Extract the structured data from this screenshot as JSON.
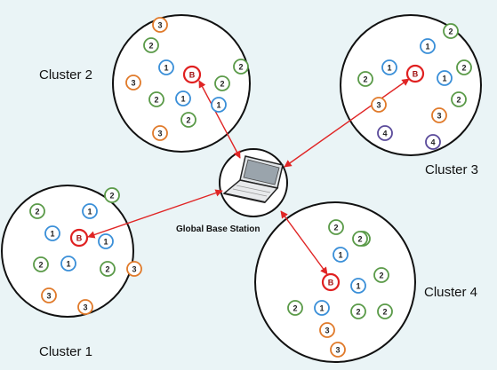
{
  "labels": {
    "cluster1": "Cluster 1",
    "cluster2": "Cluster 2",
    "cluster3": "Cluster 3",
    "cluster4": "Cluster 4",
    "gbs": "Global Base Station"
  },
  "colors": {
    "background": "#eaf4f6",
    "cluster_border": "#111111",
    "link": "#e02525",
    "level_B": "#e02020",
    "level_1": "#3a8fd8",
    "level_2": "#5a9a48",
    "level_3": "#e07a2a",
    "level_4": "#5a4a9a"
  },
  "clusters": [
    {
      "name": "cluster-1",
      "nodes": [
        "2",
        "1",
        "2",
        "1",
        "B",
        "1",
        "2",
        "1",
        "2",
        "3",
        "3",
        "3"
      ]
    },
    {
      "name": "cluster-2",
      "nodes": [
        "3",
        "2",
        "1",
        "B",
        "2",
        "3",
        "1",
        "2",
        "1",
        "2",
        "3",
        "2"
      ]
    },
    {
      "name": "cluster-3",
      "nodes": [
        "2",
        "1",
        "1",
        "B",
        "2",
        "2",
        "1",
        "2",
        "3",
        "3",
        "4",
        "4"
      ]
    },
    {
      "name": "cluster-4",
      "nodes": [
        "2",
        "2",
        "1",
        "2",
        "B",
        "1",
        "2",
        "2",
        "1",
        "2",
        "3",
        "2",
        "3"
      ]
    }
  ]
}
